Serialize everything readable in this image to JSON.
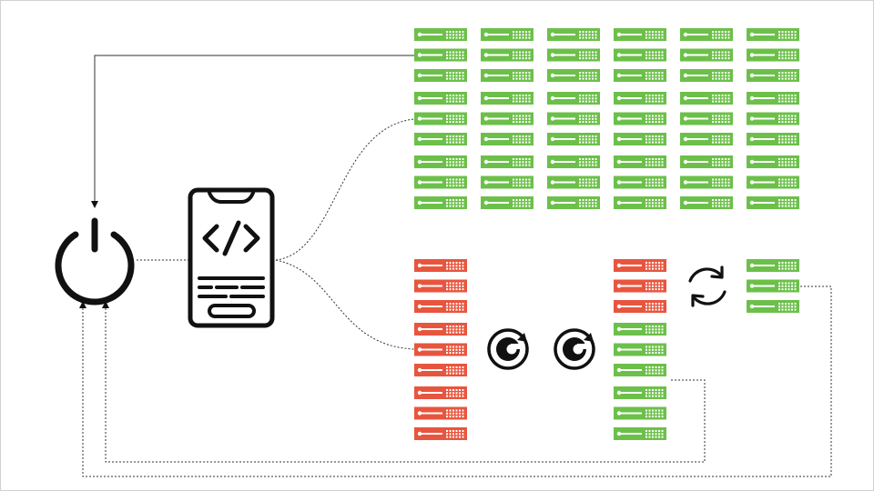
{
  "diagram": {
    "colors": {
      "healthy": "#6cc04a",
      "failing": "#e8553e",
      "icon": "#111111",
      "connector": "#333333",
      "frame": "#d0d0d0"
    },
    "icons": {
      "power": "power-icon",
      "app": "mobile-code-icon",
      "restart": "restart-icon",
      "sync": "sync-icon"
    },
    "top_fleet": {
      "columns": 6,
      "groups": 3,
      "servers_per_group": 3,
      "status": "healthy"
    },
    "failing_group": {
      "column": [
        {
          "status": "failing"
        },
        {
          "status": "failing"
        },
        {
          "status": "failing"
        },
        {
          "status": "failing"
        },
        {
          "status": "failing"
        },
        {
          "status": "failing"
        },
        {
          "status": "failing"
        },
        {
          "status": "failing"
        },
        {
          "status": "failing"
        }
      ]
    },
    "recovering_group": {
      "column": [
        {
          "status": "failing"
        },
        {
          "status": "failing"
        },
        {
          "status": "failing"
        },
        {
          "status": "healthy"
        },
        {
          "status": "healthy"
        },
        {
          "status": "healthy"
        },
        {
          "status": "healthy"
        },
        {
          "status": "healthy"
        },
        {
          "status": "healthy"
        }
      ]
    },
    "synced_group": {
      "column": [
        {
          "status": "healthy"
        },
        {
          "status": "healthy"
        },
        {
          "status": "healthy"
        }
      ]
    },
    "restart_icon_count": 2
  }
}
